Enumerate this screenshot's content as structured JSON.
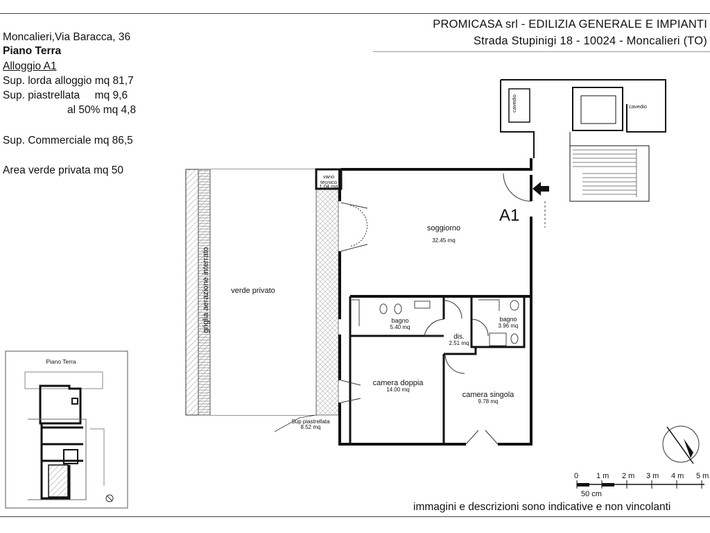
{
  "header": {
    "company_name": "PROMICASA srl - EDILIZIA GENERALE E IMPIANTI",
    "company_address": "Strada Stupinigi 18 - 10024 - Moncalieri (TO)"
  },
  "info": {
    "address": "Moncalieri,Via Baracca, 36",
    "floor": "Piano Terra",
    "unit": "Alloggio A1",
    "gross_area": "Sup. lorda alloggio mq 81,7",
    "tiled_area": "Sup. piastrellata     mq 9,6",
    "tiled_area_50": "al 50% mq 4,8",
    "commercial_area": "Sup. Commerciale mq 86,5",
    "private_green": "Area verde privata mq 50"
  },
  "unit_tag": "A1",
  "rooms": {
    "vano_tecnico": {
      "name_1": "vano",
      "name_2": "tecnico",
      "area": "1.04 mq"
    },
    "soggiorno": {
      "name": "soggiorno",
      "area": "32.45 mq"
    },
    "bagno_1": {
      "name": "bagno",
      "area": "5.40 mq"
    },
    "bagno_2": {
      "name": "bagno",
      "area": "3.96 mq"
    },
    "disimpegno": {
      "name": "dis.",
      "area": "2.51 mq"
    },
    "camera_doppia": {
      "name": "camera doppia",
      "area": "14.00 mq"
    },
    "camera_singola": {
      "name": "camera singola",
      "area": "9.78 mq"
    },
    "verde_privato": {
      "name": "verde privato"
    },
    "griglia": {
      "name": "griglia aerazione interrato"
    },
    "sup_piastrellata": {
      "name": "Sup piastrellata",
      "area": "8.52 mq"
    },
    "cavedio_left": {
      "name": "cavedio"
    },
    "cavedio_right": {
      "name": "cavedio"
    }
  },
  "key_plan": {
    "title": "Piano Terra"
  },
  "scale_bar": {
    "labels": [
      "0",
      "1 m",
      "2 m",
      "3 m",
      "4 m",
      "5 m"
    ],
    "sub_label": "50 cm"
  },
  "footer": {
    "disclaimer": "immagini e descrizioni sono indicative e non vincolanti"
  },
  "colors": {
    "wall": "#111111",
    "hatch": "#9a9a9a",
    "paper": "#ffffff"
  }
}
